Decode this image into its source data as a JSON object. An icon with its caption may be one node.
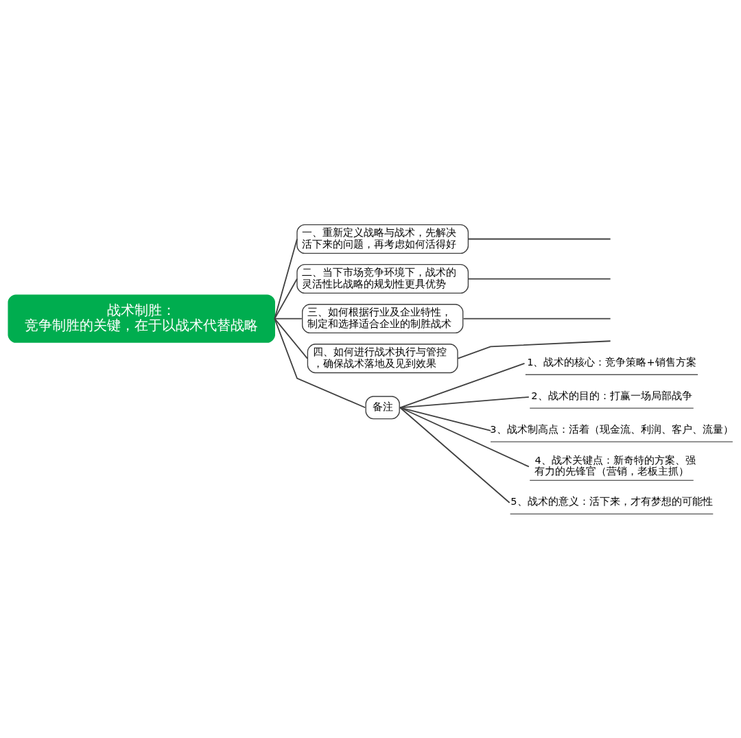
{
  "diagram": {
    "nodes": [
      {
        "text": [
          "战术制胜：",
          "竞争制胜的关键，在于以战术代替战略"
        ]
      },
      {
        "text": [
          "一、重新定义战略与战术，先解决活下来的问题，再考虑如何活得好"
        ]
      },
      {
        "text": [
          "二、当下市场竞争环境下，战术的灵活性比战略的规划性更具优势"
        ]
      },
      {
        "text": [
          "三、如何根据行业及企业特性，制定和选择适合企业的制胜战术"
        ]
      },
      {
        "text": [
          "四、如何进行战术执行与管控，确保战术落地及见到效果"
        ]
      },
      {
        "text": [
          "备注"
        ]
      },
      {
        "text": [
          "1、战术的核心：竞争策略+销售方案"
        ]
      },
      {
        "text": [
          "2、战术的目的：打赢一场局部战争"
        ]
      },
      {
        "text": [
          "3、战术制高点：活着（现金流、利润、客户、流量）"
        ]
      },
      {
        "text": [
          "4、战术关键点：新奇特的方案、强有力的先锋官（营销，老板主抓）"
        ]
      },
      {
        "text": [
          "5、战术的意义：活下来，才有梦想的可能性"
        ]
      }
    ],
    "edges": [
      {
        "from": 0,
        "to": 1,
        "arrow": "none"
      },
      {
        "from": 0,
        "to": 2,
        "arrow": "none"
      },
      {
        "from": 0,
        "to": 3,
        "arrow": "none"
      },
      {
        "from": 0,
        "to": 4,
        "arrow": "none"
      },
      {
        "from": 0,
        "to": 5,
        "arrow": "none"
      },
      {
        "from": 5,
        "to": 6,
        "arrow": "none"
      },
      {
        "from": 5,
        "to": 7,
        "arrow": "none"
      },
      {
        "from": 5,
        "to": 8,
        "arrow": "none"
      },
      {
        "from": 5,
        "to": 9,
        "arrow": "none"
      },
      {
        "from": 5,
        "to": 10,
        "arrow": "none"
      },
      {
        "from": 1,
        "to": null,
        "arrow": "none"
      },
      {
        "from": 2,
        "to": null,
        "arrow": "none"
      },
      {
        "from": 3,
        "to": null,
        "arrow": "none"
      },
      {
        "from": 4,
        "to": null,
        "arrow": "none"
      }
    ]
  }
}
